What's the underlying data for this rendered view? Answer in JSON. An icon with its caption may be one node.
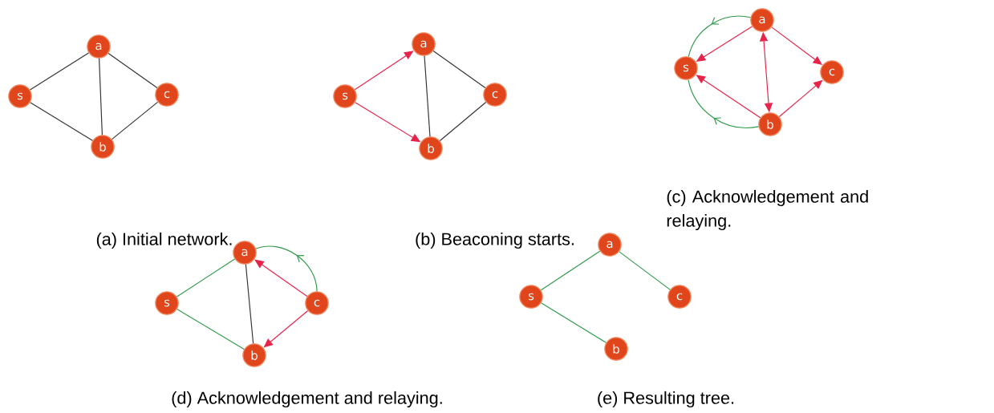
{
  "diagram": {
    "nodes": [
      {
        "text": [
          "a"
        ]
      },
      {
        "text": [
          "s"
        ]
      },
      {
        "text": [
          "c"
        ]
      },
      {
        "text": [
          "b"
        ]
      },
      {
        "text": [
          "a"
        ]
      },
      {
        "text": [
          "s"
        ]
      },
      {
        "text": [
          "c"
        ]
      },
      {
        "text": [
          "b"
        ]
      },
      {
        "text": [
          "a"
        ]
      },
      {
        "text": [
          "s"
        ]
      },
      {
        "text": [
          "c"
        ]
      },
      {
        "text": [
          "b"
        ]
      },
      {
        "text": [
          "a"
        ]
      },
      {
        "text": [
          "s"
        ]
      },
      {
        "text": [
          "c"
        ]
      },
      {
        "text": [
          "b"
        ]
      },
      {
        "text": [
          "a"
        ]
      },
      {
        "text": [
          "s"
        ]
      },
      {
        "text": [
          "c"
        ]
      },
      {
        "text": [
          "b"
        ]
      }
    ],
    "edges": [
      {
        "from": 0,
        "to": 1,
        "arrow": "none"
      },
      {
        "from": 0,
        "to": 3,
        "arrow": "none"
      },
      {
        "from": 0,
        "to": 2,
        "arrow": "none"
      },
      {
        "from": 1,
        "to": 3,
        "arrow": "none"
      },
      {
        "from": 2,
        "to": 3,
        "arrow": "none"
      },
      {
        "from": 5,
        "to": 4,
        "arrow": "to",
        "color": "#e8234a"
      },
      {
        "from": 5,
        "to": 7,
        "arrow": "to",
        "color": "#e8234a"
      },
      {
        "from": 4,
        "to": 7,
        "arrow": "none"
      },
      {
        "from": 4,
        "to": 6,
        "arrow": "none"
      },
      {
        "from": 6,
        "to": 7,
        "arrow": "none"
      },
      {
        "from": 8,
        "to": 9,
        "arrow": "to",
        "color": "#e8234a"
      },
      {
        "from": 8,
        "to": 11,
        "arrow": "both",
        "color": "#e8234a"
      },
      {
        "from": 8,
        "to": 10,
        "arrow": "to",
        "color": "#e8234a"
      },
      {
        "from": 11,
        "to": 9,
        "arrow": "to",
        "color": "#e8234a"
      },
      {
        "from": 11,
        "to": 10,
        "arrow": "to",
        "color": "#e8234a"
      },
      {
        "from": 8,
        "to": 9,
        "arrow": "to",
        "color": "#2e9a4a"
      },
      {
        "from": 11,
        "to": 9,
        "arrow": "to",
        "color": "#2e9a4a"
      },
      {
        "from": 13,
        "to": 12,
        "arrow": "none",
        "color": "#2e9a4a"
      },
      {
        "from": 13,
        "to": 15,
        "arrow": "none",
        "color": "#2e9a4a"
      },
      {
        "from": 12,
        "to": 15,
        "arrow": "none"
      },
      {
        "from": 14,
        "to": 12,
        "arrow": "to",
        "color": "#e8234a"
      },
      {
        "from": 14,
        "to": 15,
        "arrow": "to",
        "color": "#e8234a"
      },
      {
        "from": 14,
        "to": 12,
        "arrow": "to",
        "color": "#2e9a4a"
      },
      {
        "from": 17,
        "to": 16,
        "arrow": "none",
        "color": "#2e9a4a"
      },
      {
        "from": 16,
        "to": 18,
        "arrow": "none",
        "color": "#2e9a4a"
      },
      {
        "from": 17,
        "to": 19,
        "arrow": "none",
        "color": "#2e9a4a"
      }
    ],
    "labels": [
      "(a) Initial network.",
      "(b) Beaconing starts.",
      "(c) Acknowledgement and relaying.",
      "(d) Acknowledgement and relaying.",
      "(e) Resulting tree."
    ]
  }
}
